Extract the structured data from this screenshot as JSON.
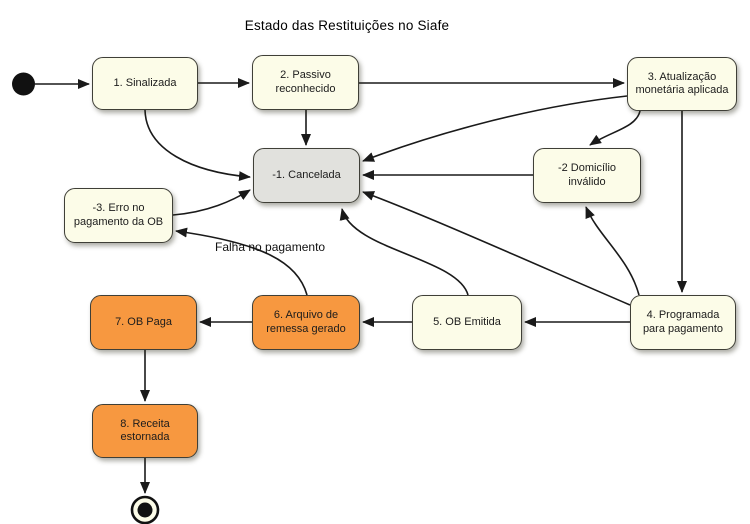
{
  "title": "Estado das Restituições no Siafe",
  "colors": {
    "state_default_fill": "#fcfce8",
    "state_cancel_fill": "#e1e1dd",
    "state_highlight_fill": "#f79840",
    "state_border": "#3f3f37",
    "edge_line": "#1a1a1a",
    "initial_final_node": "#111111"
  },
  "states": {
    "initial": {
      "type": "initial-node"
    },
    "sinalizada": {
      "label": "1. Sinalizada",
      "kind": "default"
    },
    "passivo_reconhecido": {
      "label": "2. Passivo reconhecido",
      "kind": "default"
    },
    "atualizacao_monetaria": {
      "label": "3. Atualização monetária aplicada",
      "kind": "default"
    },
    "cancelada": {
      "label": "-1. Cancelada",
      "kind": "cancel"
    },
    "domicilio_invalido": {
      "label": "-2 Domicílio inválido",
      "kind": "default"
    },
    "erro_pagamento_ob": {
      "label": "-3. Erro no pagamento da OB",
      "kind": "default"
    },
    "programada": {
      "label": "4. Programada para pagamento",
      "kind": "default"
    },
    "ob_emitida": {
      "label": "5. OB Emitida",
      "kind": "default"
    },
    "arquivo_remessa": {
      "label": "6. Arquivo de remessa gerado",
      "kind": "highlight"
    },
    "ob_paga": {
      "label": "7. OB Paga",
      "kind": "highlight"
    },
    "receita_estornada": {
      "label": "8. Receita estornada",
      "kind": "highlight"
    },
    "final": {
      "type": "final-node"
    }
  },
  "transitions": [
    {
      "from": "initial",
      "to": "sinalizada",
      "label": ""
    },
    {
      "from": "sinalizada",
      "to": "passivo_reconhecido",
      "label": ""
    },
    {
      "from": "passivo_reconhecido",
      "to": "atualizacao_monetaria",
      "label": ""
    },
    {
      "from": "passivo_reconhecido",
      "to": "cancelada",
      "label": ""
    },
    {
      "from": "sinalizada",
      "to": "cancelada",
      "label": ""
    },
    {
      "from": "erro_pagamento_ob",
      "to": "cancelada",
      "label": ""
    },
    {
      "from": "atualizacao_monetaria",
      "to": "cancelada",
      "label": ""
    },
    {
      "from": "domicilio_invalido",
      "to": "cancelada",
      "label": ""
    },
    {
      "from": "programada",
      "to": "cancelada",
      "label": ""
    },
    {
      "from": "ob_emitida",
      "to": "cancelada",
      "label": ""
    },
    {
      "from": "atualizacao_monetaria",
      "to": "domicilio_invalido",
      "label": ""
    },
    {
      "from": "atualizacao_monetaria",
      "to": "programada",
      "label": ""
    },
    {
      "from": "programada",
      "to": "domicilio_invalido",
      "label": ""
    },
    {
      "from": "programada",
      "to": "ob_emitida",
      "label": ""
    },
    {
      "from": "ob_emitida",
      "to": "arquivo_remessa",
      "label": ""
    },
    {
      "from": "arquivo_remessa",
      "to": "ob_paga",
      "label": ""
    },
    {
      "from": "arquivo_remessa",
      "to": "erro_pagamento_ob",
      "label": "Falha no pagamento"
    },
    {
      "from": "ob_paga",
      "to": "receita_estornada",
      "label": ""
    },
    {
      "from": "receita_estornada",
      "to": "final",
      "label": ""
    }
  ]
}
